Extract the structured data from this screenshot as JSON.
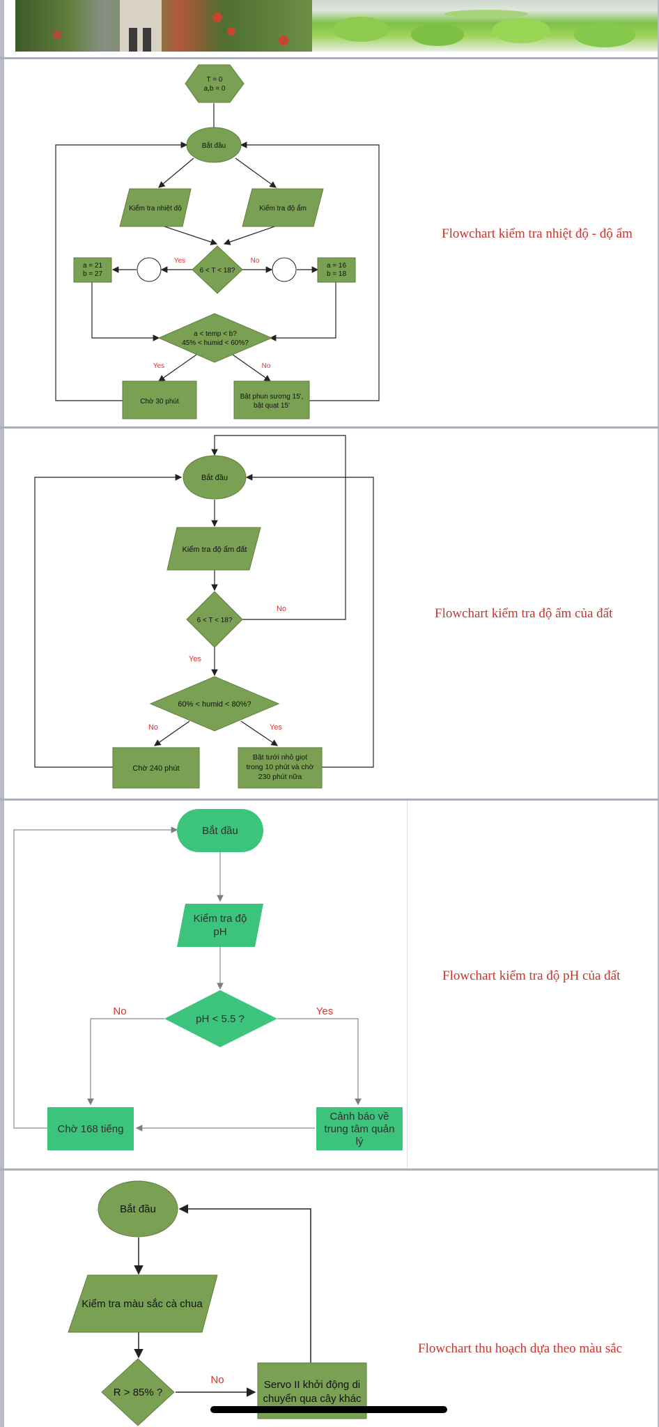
{
  "colors": {
    "olive_fill": "#7aa054",
    "olive_stroke": "#5e7f3c",
    "teal_fill": "#3cc47c",
    "label_red": "#e0302a",
    "caption_red": "#c9342b",
    "line": "#222222",
    "grey_line": "#8a8a8a"
  },
  "captions": {
    "temp_humid": "Flowchart kiểm tra nhiệt độ - độ ẩm",
    "soil_moisture": "Flowchart kiểm tra độ ẩm của đất",
    "soil_ph": "Flowchart kiểm tra độ pH của đất",
    "harvest": "Flowchart thu hoạch dựa theo màu sắc"
  },
  "fc1": {
    "init_line1": "T = 0",
    "init_line2": "a,b = 0",
    "start": "Bắt đầu",
    "check_temp": "Kiểm tra nhiệt độ",
    "check_humid": "Kiểm tra độ ẩm",
    "decision": "6 < T < 18?",
    "yes": "Yes",
    "no": "No",
    "left_box_line1": "a = 21",
    "left_box_line2": "b = 27",
    "right_box_line1": "a = 16",
    "right_box_line2": "b = 18",
    "decision2_line1": "a < temp < b?",
    "decision2_line2": "45% < humid < 60%?",
    "yes2": "Yes",
    "no2": "No",
    "wait": "Chờ 30 phút",
    "action_line1": "Bật phun sương 15',",
    "action_line2": "bật quạt 15'"
  },
  "fc2": {
    "start": "Bắt đầu",
    "check": "Kiểm tra độ ẩm đất",
    "decision": "6 < T < 18?",
    "no": "No",
    "yes": "Yes",
    "decision2": "60% < humid < 80%?",
    "no2": "No",
    "yes2": "Yes",
    "wait": "Chờ 240 phút",
    "action_line1": "Bật tưới nhỏ giọt",
    "action_line2": "trong 10 phút và chờ",
    "action_line3": "230 phút nữa"
  },
  "fc3": {
    "start": "Bắt đầu",
    "check_line1": "Kiểm tra độ",
    "check_line2": "pH",
    "decision": "pH < 5.5 ?",
    "no": "No",
    "yes": "Yes",
    "wait": "Chờ 168 tiếng",
    "warn_line1": "Cảnh báo về",
    "warn_line2": "trung tâm quản",
    "warn_line3": "lý"
  },
  "fc4": {
    "start": "Bắt đầu",
    "check": "Kiểm tra màu sắc cà chua",
    "decision": "R > 85% ?",
    "no": "No",
    "servo_line1": "Servo II khởi động di",
    "servo_line2": "chuyển qua cây khác"
  }
}
